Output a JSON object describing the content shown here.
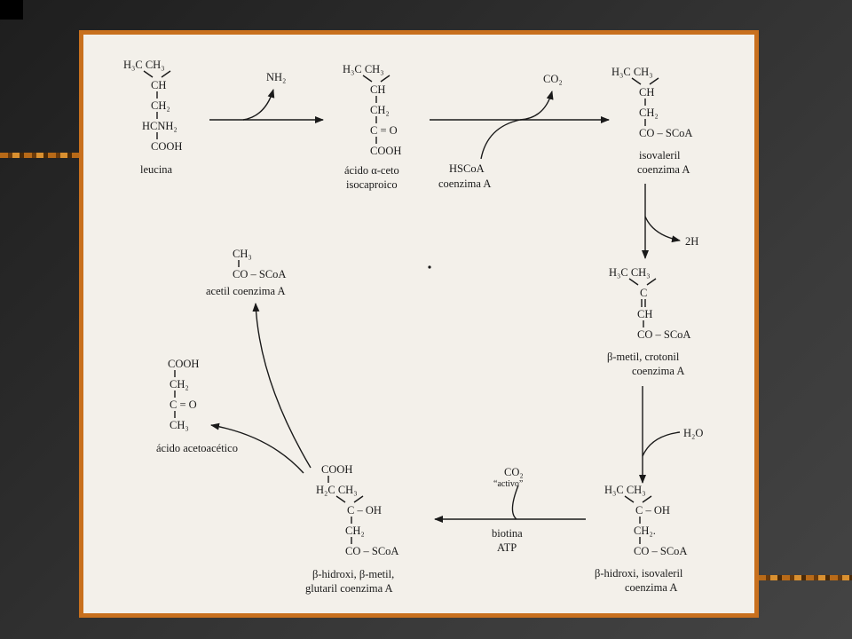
{
  "molecules": {
    "leucina": {
      "l1": "H₃C   CH₃",
      "l2": "CH",
      "l3": "CH₂",
      "l4": "HCNH₂",
      "l5": "COOH",
      "name": "leucina"
    },
    "cetoacid": {
      "l1": "H₃C   CH₃",
      "l2": "CH",
      "l3": "CH₂",
      "l4": "C = O",
      "l5": "COOH",
      "name1": "ácido α-ceto",
      "name2": "isocaproico"
    },
    "isovaleril": {
      "l1": "H₃C   CH₃",
      "l2": "CH",
      "l3": "CH₂",
      "l4": "CO – SCoA",
      "name1": "isovaleril",
      "name2": "coenzima A"
    },
    "metilcrotonil": {
      "l1": "H₃C   CH₃",
      "l2": "C",
      "l3": "CH",
      "l4": "CO – SCoA",
      "name1": "β-metil, crotonil",
      "name2": "coenzima A"
    },
    "hidroxiisovaleril": {
      "l1": "H₃C   CH₃",
      "l2": "C – OH",
      "l3": "CH₂.",
      "l4": "CO – SCoA",
      "name1": "β-hidroxi, isovaleril",
      "name2": "coenzima A"
    },
    "hmg": {
      "l0": "COOH",
      "l1": "H₂C   CH₃",
      "l2": "C – OH",
      "l3": "CH₂",
      "l4": "CO – SCoA",
      "name1": "β-hidroxi, β-metil,",
      "name2": "glutaril coenzima A"
    },
    "acetoacetico": {
      "l1": "COOH",
      "l2": "CH₂",
      "l3": "C = O",
      "l4": "CH₃",
      "name": "ácido acetoacético"
    },
    "acetilcoa": {
      "l1": "CH₃",
      "l2": "CO – SCoA",
      "name": "acetil coenzima A"
    }
  },
  "reagents": {
    "nh2": "NH₂",
    "co2_1": "CO₂",
    "hscoa": "HSCoA",
    "hscoa_sub": "coenzima A",
    "twoH": "2H",
    "h2o": "H₂O",
    "co2_2": "CO₂",
    "activo": "“activo”",
    "biotina": "biotina",
    "atp": "ATP"
  }
}
